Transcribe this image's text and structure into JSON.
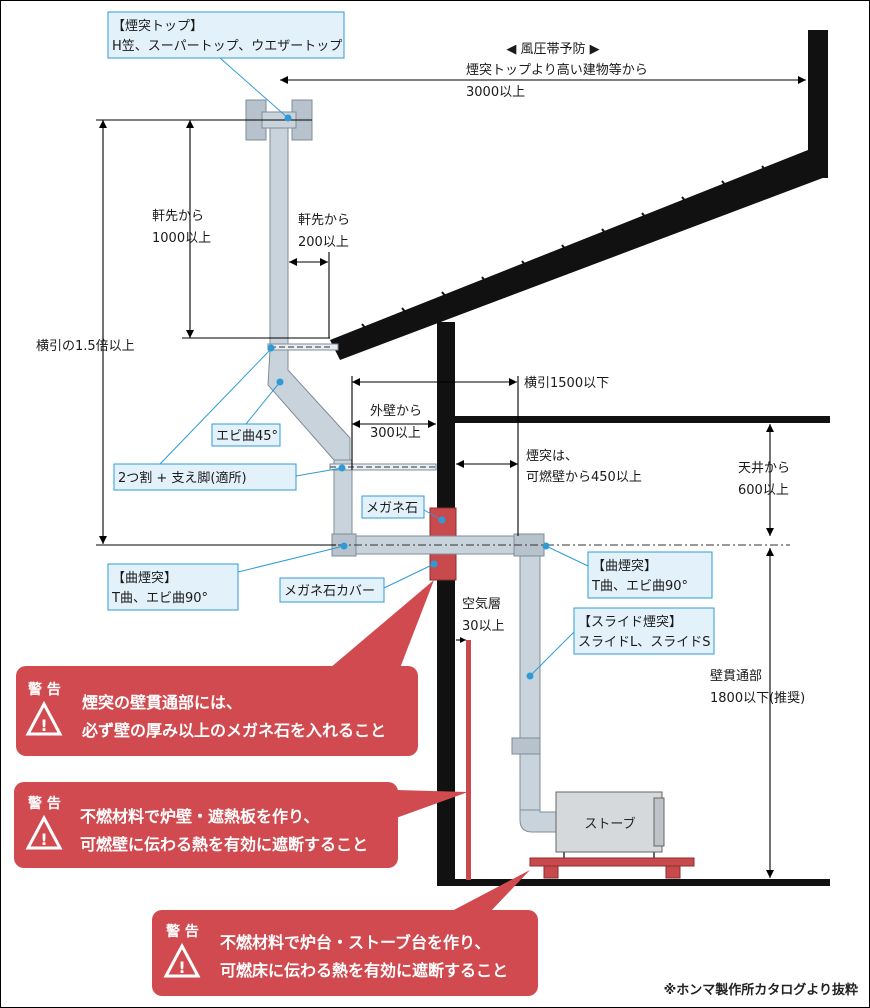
{
  "labels": {
    "chimney_top_title": "【煙突トップ】",
    "chimney_top_types": "H笠、スーパートップ、ウエザートップ",
    "wind_zone": "◀ 風圧帯予防 ▶",
    "wind_line1": "煙突トップより高い建物等から",
    "wind_line2": "3000以上",
    "eaves_1000_l1": "軒先から",
    "eaves_1000_l2": "1000以上",
    "eaves_200_l1": "軒先から",
    "eaves_200_l2": "200以上",
    "horiz_15": "横引の1.5倍以上",
    "horiz_1500": "横引1500以下",
    "outer_wall_l1": "外壁から",
    "outer_wall_l2": "300以上",
    "ebi45": "エビ曲45°",
    "split_support": "2つ割 + 支え脚(適所)",
    "combustible_l1": "煙突は、",
    "combustible_l2": "可燃壁から450以上",
    "ceiling_l1": "天井から",
    "ceiling_l2": "600以上",
    "megane": "メガネ石",
    "megane_cover": "メガネ石カバー",
    "bend_title": "【曲煙突】",
    "bend_types": "T曲、エビ曲90°",
    "bend_title_r": "【曲煙突】",
    "bend_types_r": "T曲、エビ曲90°",
    "air_l1": "空気層",
    "air_l2": "30以上",
    "slide_title": "【スライド煙突】",
    "slide_types": "スライドL、スライドS",
    "wall_pass_l1": "壁貫通部",
    "wall_pass_l2": "1800以下(推奨)",
    "stove": "ストーブ"
  },
  "warnings": [
    {
      "heading": "警 告",
      "line1": "煙突の壁貫通部には、",
      "line2": "必ず壁の厚み以上のメガネ石を入れること"
    },
    {
      "heading": "警 告",
      "line1": "不燃材料で炉壁・遮熱板を作り、",
      "line2": "可燃壁に伝わる熱を有効に遮断すること"
    },
    {
      "heading": "警 告",
      "line1": "不燃材料で炉台・ストーブ台を作り、",
      "line2": "可燃床に伝わる熱を有効に遮断すること"
    }
  ],
  "source": "※ホンマ製作所カタログより抜粋",
  "colors": {
    "warning": "#d14a4f",
    "label_box": "#e3f1fb",
    "leader": "#2f9bd6",
    "pipe": "#c9d3dc",
    "wall": "#111111",
    "hearth": "#c94a4d"
  }
}
